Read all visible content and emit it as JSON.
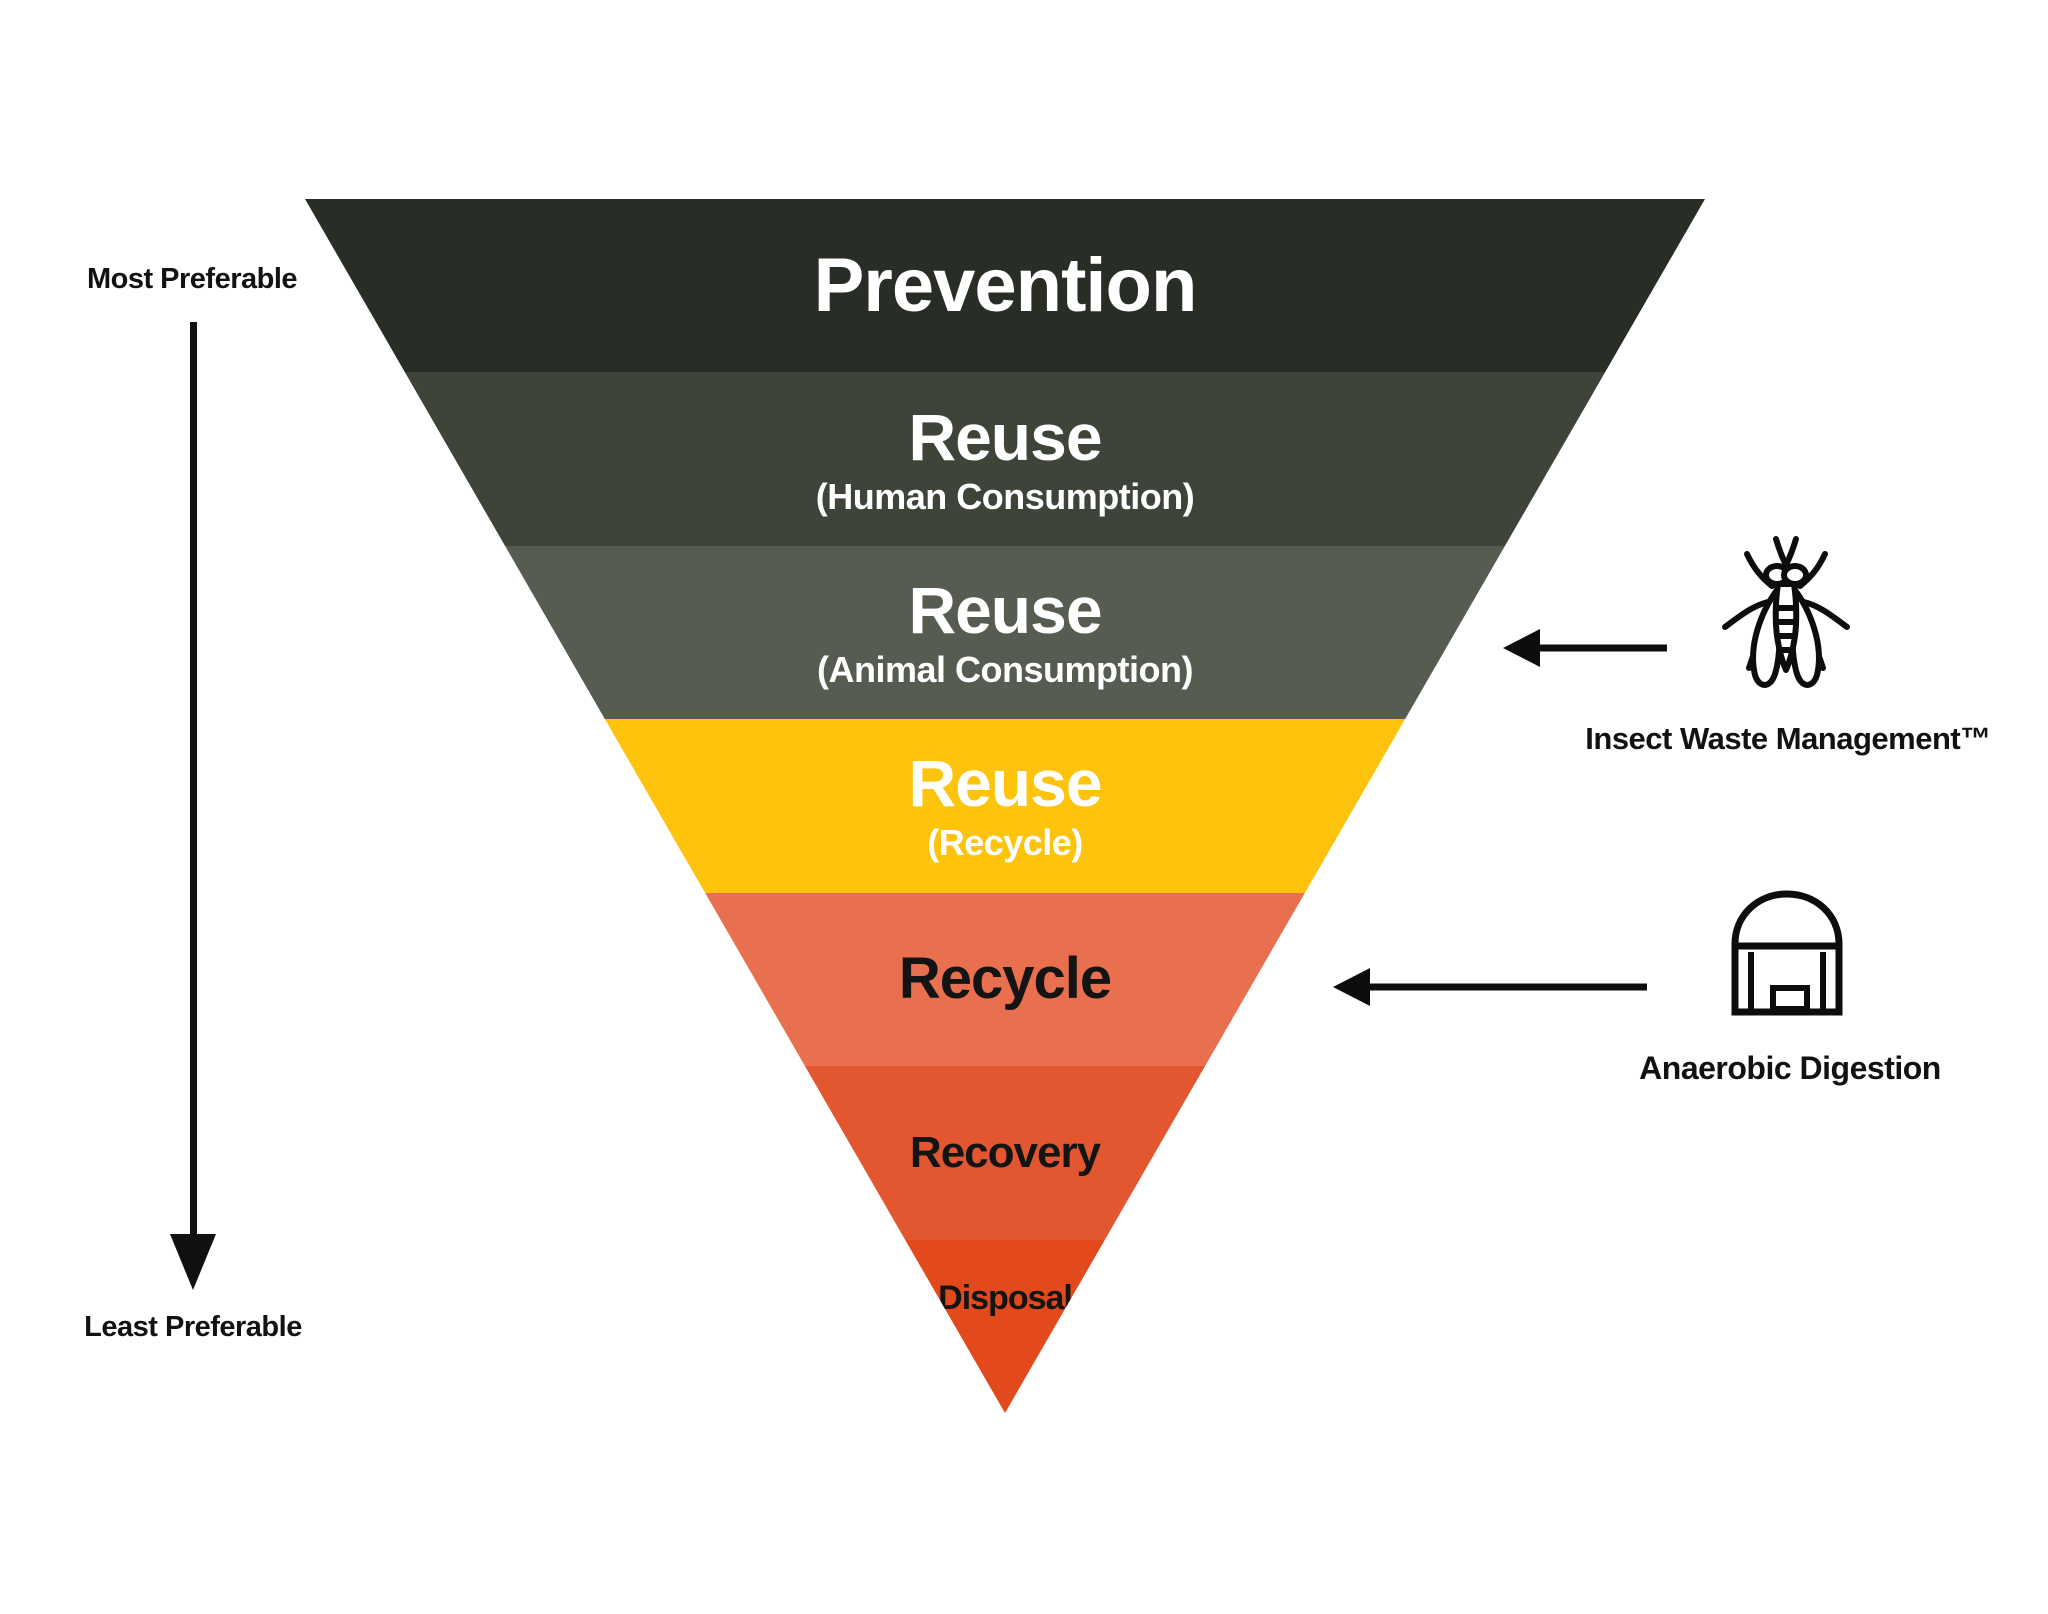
{
  "scale": {
    "most_label": "Most Preferable",
    "least_label": "Least Preferable"
  },
  "pyramid": {
    "layers": [
      {
        "title": "Prevention",
        "subtitle": "",
        "color": "#282e26",
        "text_color": "#ffffff"
      },
      {
        "title": "Reuse",
        "subtitle": "(Human Consumption)",
        "color": "#3e4438",
        "text_color": "#ffffff"
      },
      {
        "title": "Reuse",
        "subtitle": "(Animal Consumption)",
        "color": "#565c50",
        "text_color": "#ffffff"
      },
      {
        "title": "Reuse",
        "subtitle": "(Recycle)",
        "color": "#fdc30d",
        "text_color": "#ffffff"
      },
      {
        "title": "Recycle",
        "subtitle": "",
        "color": "#e8704f",
        "text_color": "#141414"
      },
      {
        "title": "Recovery",
        "subtitle": "",
        "color": "#e35730",
        "text_color": "#141414"
      },
      {
        "title": "Disposal",
        "subtitle": "",
        "color": "#e2491d",
        "text_color": "#141414"
      }
    ]
  },
  "annotations": {
    "insect": {
      "label": "Insect Waste Management™",
      "icon": "fly-icon",
      "target_layer": "Reuse (Animal Consumption)"
    },
    "digestion": {
      "label": "Anaerobic Digestion",
      "icon": "anaerobic-digester-icon",
      "target_layer": "Recycle"
    }
  },
  "colors": {
    "background": "#ffffff",
    "ink": "#0d0d0d"
  }
}
